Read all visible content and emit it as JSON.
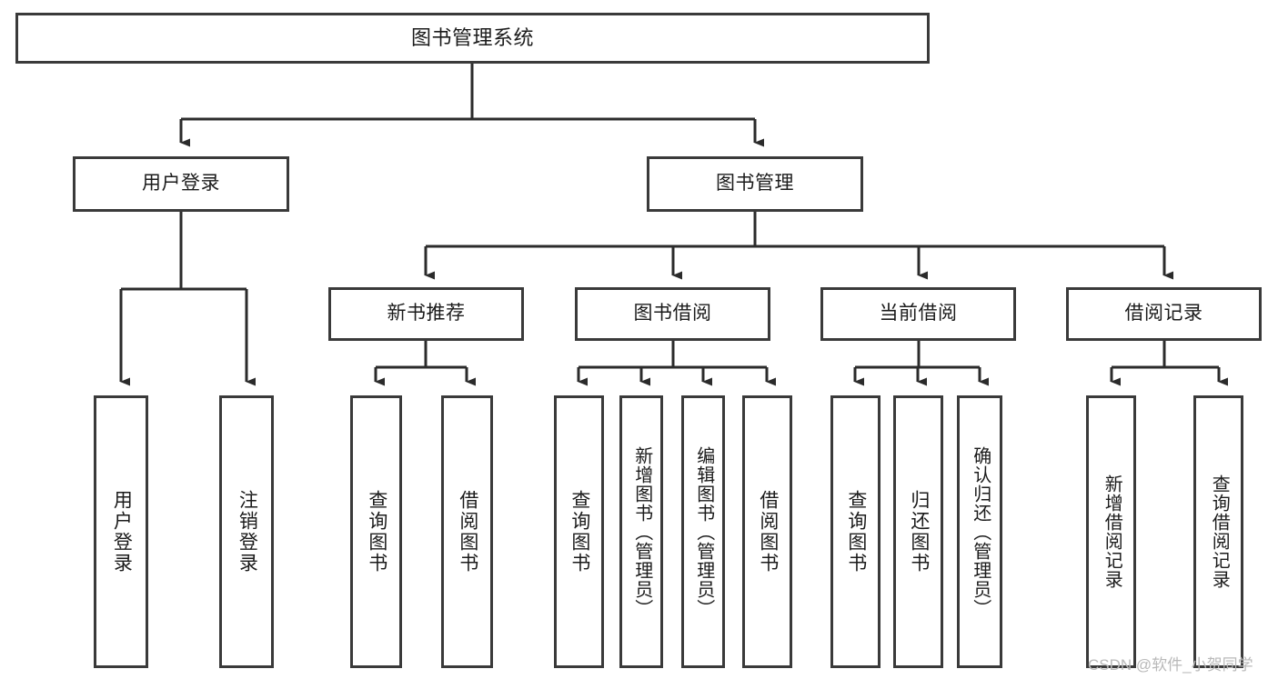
{
  "diagram": {
    "title": "图书管理系统",
    "type": "tree-hierarchy-diagram",
    "root": {
      "id": "root",
      "label": "图书管理系统"
    },
    "level2": [
      {
        "id": "user-login",
        "label": "用户登录"
      },
      {
        "id": "book-management",
        "label": "图书管理"
      }
    ],
    "level3": [
      {
        "id": "new-book-recommend",
        "label": "新书推荐",
        "parent": "book-management"
      },
      {
        "id": "book-borrow",
        "label": "图书借阅",
        "parent": "book-management"
      },
      {
        "id": "current-borrow",
        "label": "当前借阅",
        "parent": "book-management"
      },
      {
        "id": "borrow-record",
        "label": "借阅记录",
        "parent": "book-management"
      }
    ],
    "leaves": {
      "user_login": [
        {
          "id": "leaf-user-login",
          "label": "用户登录"
        },
        {
          "id": "leaf-logout-login",
          "label": "注销登录"
        }
      ],
      "new_book_recommend": [
        {
          "id": "leaf-query-book-1",
          "label": "查询图书"
        },
        {
          "id": "leaf-borrow-book-1",
          "label": "借阅图书"
        }
      ],
      "book_borrow": [
        {
          "id": "leaf-query-book-2",
          "label": "查询图书"
        },
        {
          "id": "leaf-add-book",
          "label": "新增图书（管理员）"
        },
        {
          "id": "leaf-edit-book",
          "label": "编辑图书（管理员）"
        },
        {
          "id": "leaf-borrow-book-2",
          "label": "借阅图书"
        }
      ],
      "current_borrow": [
        {
          "id": "leaf-query-book-3",
          "label": "查询图书"
        },
        {
          "id": "leaf-return-book",
          "label": "归还图书"
        },
        {
          "id": "leaf-confirm-return",
          "label": "确认归还（管理员）"
        }
      ],
      "borrow_record": [
        {
          "id": "leaf-add-record",
          "label": "新增借阅记录"
        },
        {
          "id": "leaf-query-record",
          "label": "查询借阅记录"
        }
      ]
    }
  },
  "watermark": {
    "text": "CSDN @软件_小贺同学"
  },
  "colors": {
    "border": "#3a3a3a",
    "fill": "#ffffff",
    "text": "#1b1b1b",
    "edge": "#2b2b2b",
    "watermark": "#b9b9b9"
  }
}
